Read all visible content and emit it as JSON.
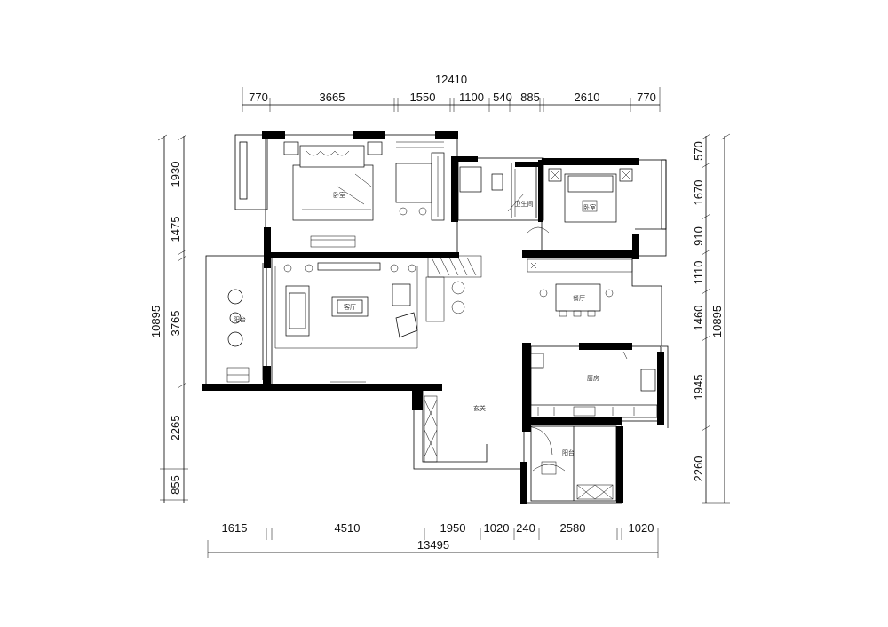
{
  "dimensions": {
    "top_total": "12410",
    "top": [
      "770",
      "3665",
      "1550",
      "1100",
      "540",
      "885",
      "2610",
      "770"
    ],
    "bottom_total": "13495",
    "bottom": [
      "1615",
      "4510",
      "1950",
      "1020",
      "240",
      "2580",
      "1020"
    ],
    "left_total": "10895",
    "left": [
      "1930",
      "1475",
      "3765",
      "2265",
      "855"
    ],
    "right_total": "10895",
    "right": [
      "570",
      "1670",
      "910",
      "1110",
      "1460",
      "1945",
      "2260"
    ]
  },
  "rooms": {
    "bedroom_master": "卧室",
    "bedroom_second": "卧室",
    "living_room": "客厅",
    "balcony_left": "阳台",
    "dining": "餐厅",
    "kitchen": "厨房",
    "entry": "玄关",
    "bath": "卫生间",
    "balcony_right": "阳台"
  }
}
